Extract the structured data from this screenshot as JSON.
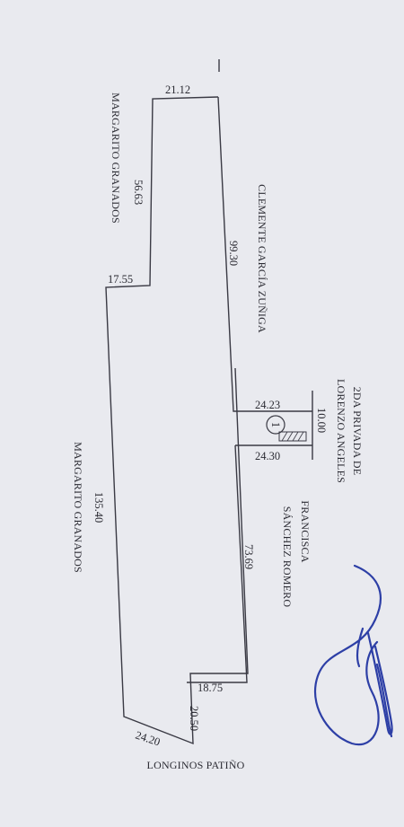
{
  "plot": {
    "street_top": "2DA PRIVADA DE",
    "street_top_2": "LORENZO ANGELES",
    "width_top": "10.00",
    "neighbor_left_inner": "CLEMENTE GARCÍA ZUÑIGA",
    "neighbor_left_outer": "MARGARITO GRANADOS",
    "neighbor_bottom_outer": "MARGARITO GRANADOS",
    "neighbor_right_1": "FRANCISCA",
    "neighbor_right_2": "SÁNCHEZ ROMERO",
    "neighbor_bottom": "LONGINOS PATIÑO",
    "lot_marker": "1",
    "measures": {
      "m_21_12": "21.12",
      "m_56_63": "56.63",
      "m_99_30": "99.30",
      "m_17_55": "17.55",
      "m_24_23": "24.23",
      "m_24_30": "24.30",
      "m_73_69": "73.69",
      "m_135_40": "135.40",
      "m_18_75": "18.75",
      "m_20_50": "20.50",
      "m_24_20": "24.20"
    }
  },
  "colors": {
    "ink": "#3a3a44",
    "signature": "#2d3fa6",
    "paper": "#e8e9ee"
  }
}
